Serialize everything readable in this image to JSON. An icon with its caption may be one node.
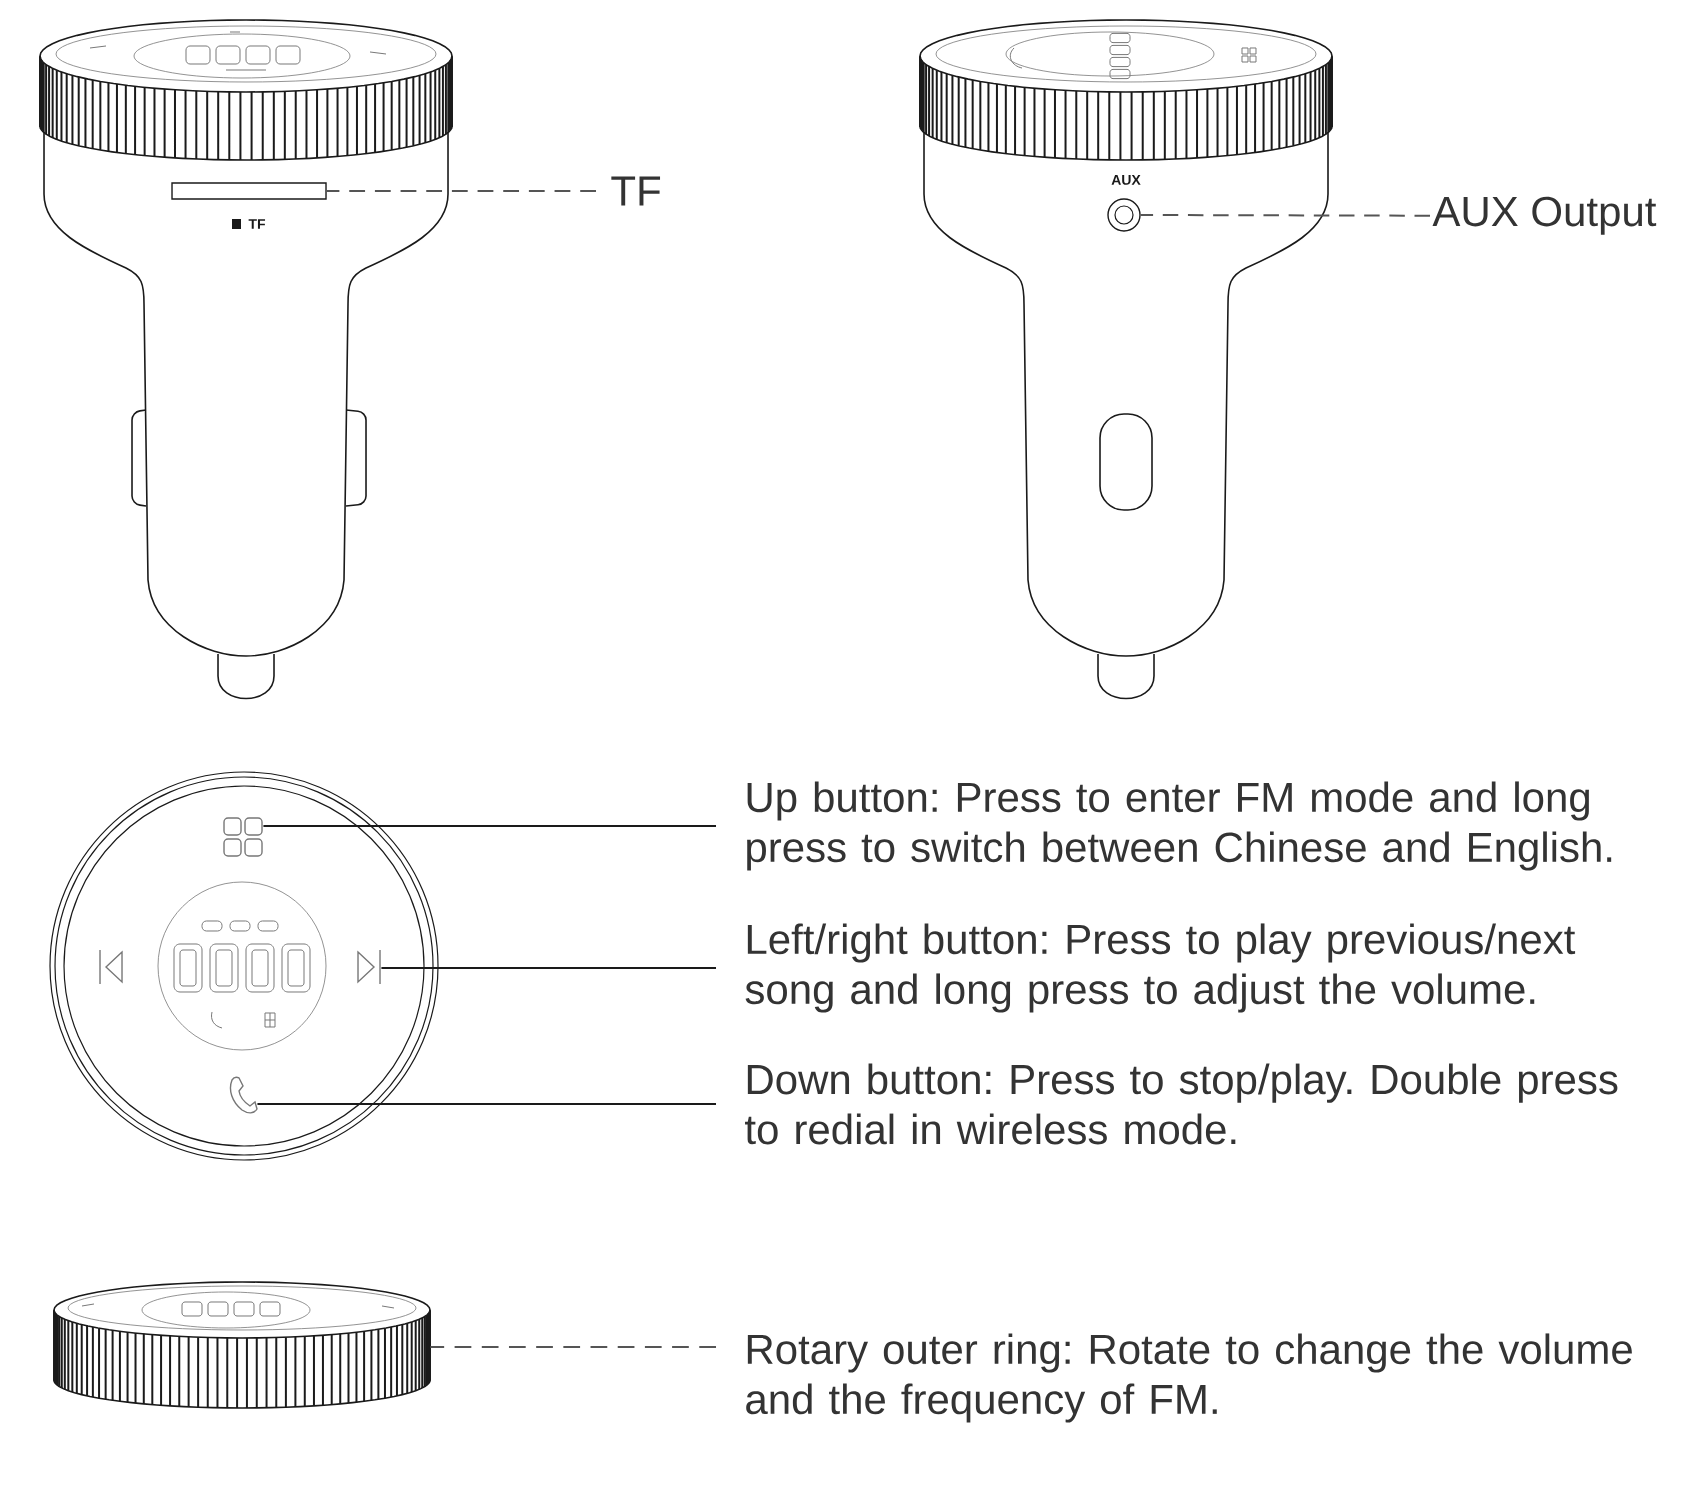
{
  "diagram": {
    "nodes": [
      {
        "text": [
          "TF"
        ]
      },
      {
        "text": [],
        "shape": "box"
      },
      {
        "text": [
          "AUX Output"
        ]
      },
      {
        "text": [],
        "shape": "circle"
      },
      {
        "text": [
          "Up button: Press to enter FM mode and long press to switch between Chinese and English."
        ]
      },
      {
        "text": [],
        "shape": "picture"
      },
      {
        "text": [
          "Left/right button: Press to play previous/next song and long press to adjust the volume."
        ]
      },
      {
        "text": [],
        "shape": "picture"
      },
      {
        "text": [
          "Down button: Press to stop/play. Double press to redial in wireless mode."
        ]
      },
      {
        "text": [],
        "shape": "picture"
      },
      {
        "text": [
          "Rotary outer ring: Rotate to change the volume and the frequency of FM."
        ]
      },
      {
        "text": [],
        "shape": "picture"
      }
    ],
    "edges": [
      {
        "from": 0,
        "to": 1,
        "arrow": "none",
        "style": "dashed",
        "color": "#555555"
      },
      {
        "from": 2,
        "to": 3,
        "arrow": "none",
        "style": "dashed",
        "color": "#555555"
      },
      {
        "from": 4,
        "to": 5,
        "arrow": "none"
      },
      {
        "from": 6,
        "to": 7,
        "arrow": "none"
      },
      {
        "from": 8,
        "to": 9,
        "arrow": "none"
      },
      {
        "from": 10,
        "to": 11,
        "arrow": "none",
        "style": "dashed",
        "color": "#555555"
      }
    ],
    "labels": [
      "TF",
      "AUX"
    ]
  }
}
